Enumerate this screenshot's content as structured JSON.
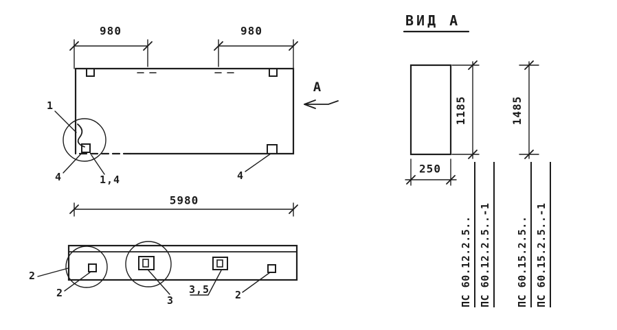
{
  "meta": {
    "background": "#ffffff",
    "ink": "#1c1c1c"
  },
  "plan_view": {
    "dim_left": "980",
    "dim_right": "980",
    "dim_length": "5980",
    "view_arrow_label": "А",
    "callouts": {
      "c1": "1",
      "c4_left": "4",
      "c14": "1,4",
      "c4_right": "4"
    }
  },
  "elevation_view": {
    "callouts": {
      "c2_left": "2",
      "c2_mid": "2",
      "c3": "3",
      "c35": "3,5",
      "c2_right": "2"
    }
  },
  "side_view": {
    "title": "ВИД А",
    "dim_width": "250",
    "dim_height_a": "1185",
    "dim_height_b": "1485",
    "marks": [
      "ПС 60.12.2.5..",
      "ПС 60.12.2.5..-1",
      "ПС 60.15.2.5..",
      "ПС 60.15.2.5..-1"
    ]
  }
}
